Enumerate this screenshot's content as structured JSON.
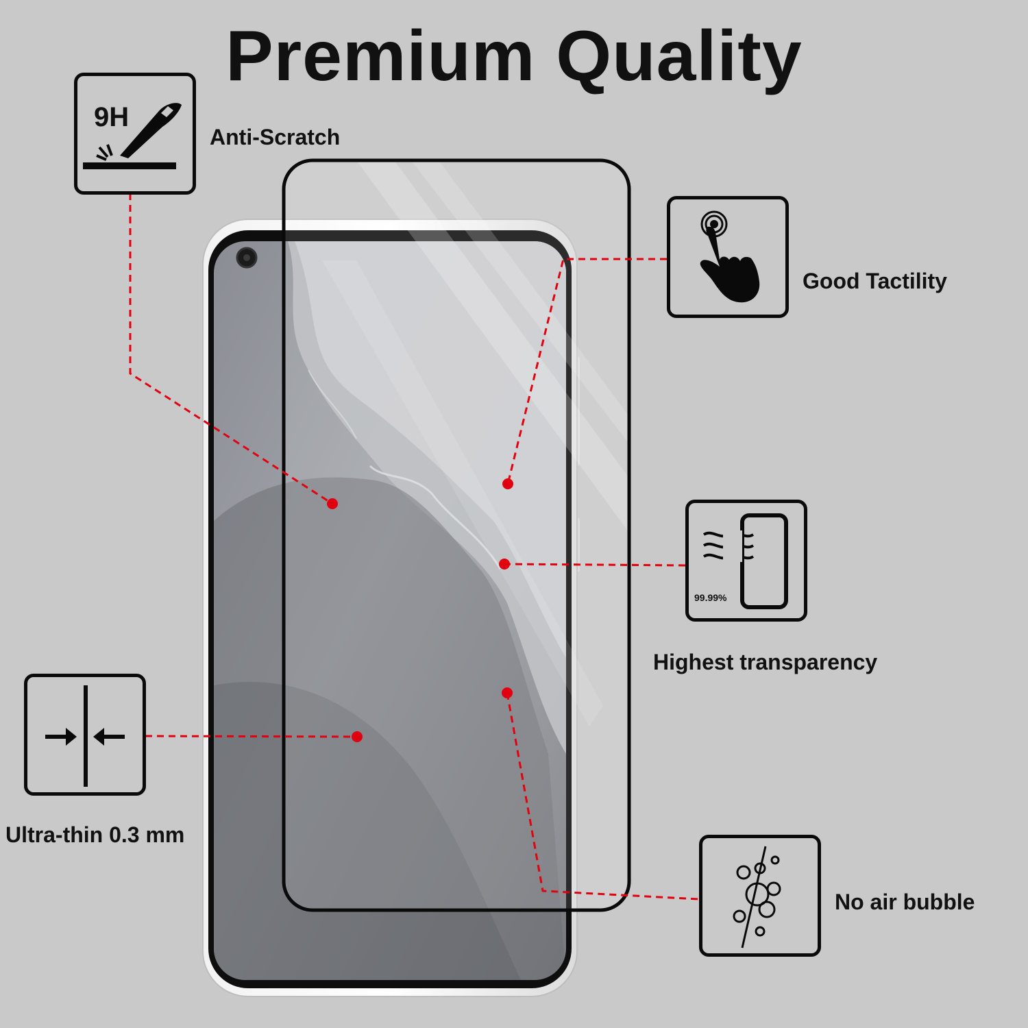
{
  "title": "Premium Quality",
  "features": {
    "anti_scratch": {
      "label": "Anti-Scratch",
      "badge": "9H"
    },
    "good_tactility": {
      "label": "Good Tactility"
    },
    "highest_transparency": {
      "label": "Highest transparency",
      "badge": "99.99%"
    },
    "ultra_thin": {
      "label": "Ultra-thin 0.3 mm"
    },
    "no_air_bubble": {
      "label": "No air bubble"
    }
  },
  "colors": {
    "background": "#c9c9c9",
    "callout_red": "#e1000f",
    "outline": "#0a0a0a"
  },
  "icons": [
    "knife-icon",
    "touch-hand-icon",
    "transparency-waves-icon",
    "thickness-arrows-icon",
    "bubbles-icon"
  ]
}
